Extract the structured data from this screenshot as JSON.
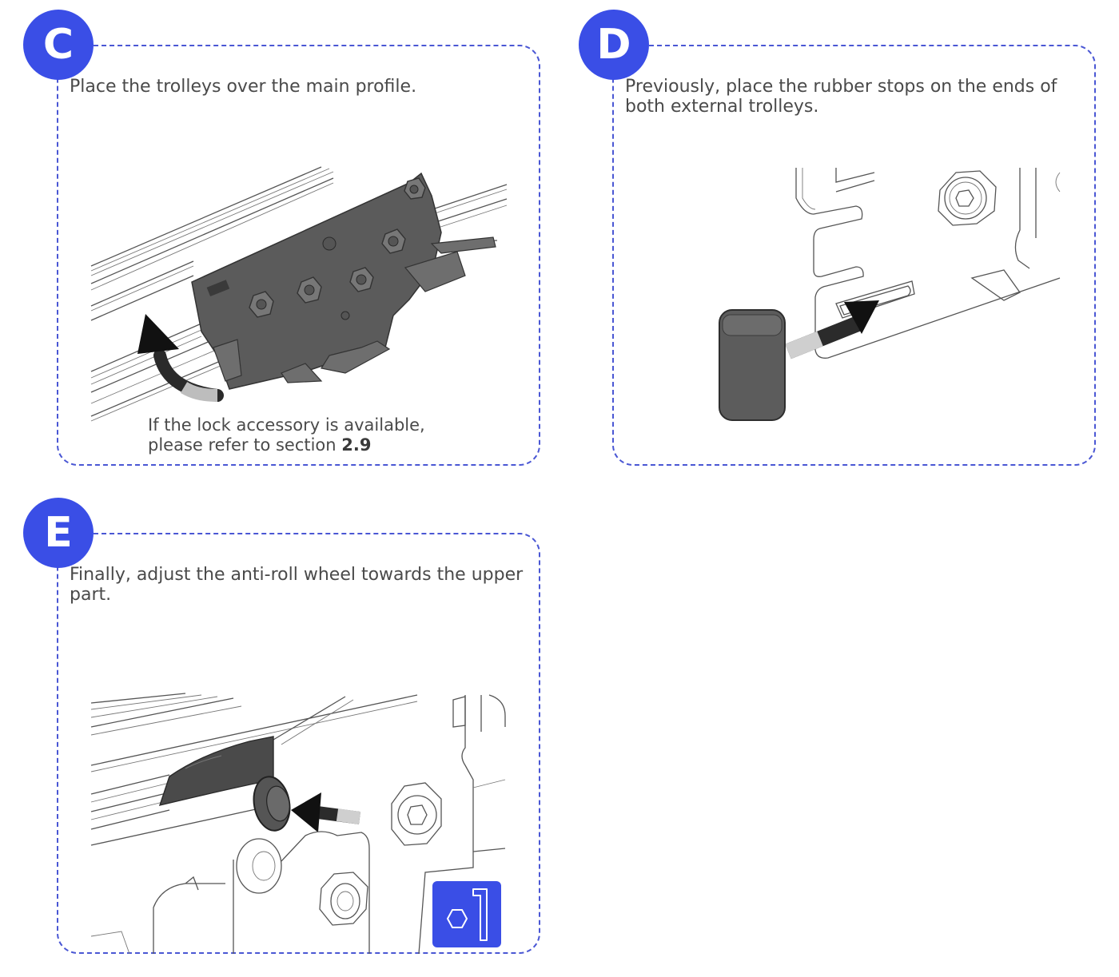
{
  "steps": [
    {
      "letter": "C",
      "instruction_line1": "Place the trolleys over the main profile.",
      "instruction_line2": "",
      "note_line1": "If the lock accessory is available,",
      "note_line2_prefix": "please refer to section ",
      "note_section": "2.9"
    },
    {
      "letter": "D",
      "instruction_line1": "Previously, place the rubber stops on the ends of",
      "instruction_line2": "both external trolleys."
    },
    {
      "letter": "E",
      "instruction_line1": "Finally, adjust the anti-roll wheel towards the upper",
      "instruction_line2": "part."
    }
  ],
  "icons": {
    "hex_key_tool": "allen-key-icon"
  },
  "colors": {
    "accent": "#3a4ee6",
    "dashed_border": "#4a57d4",
    "text": "#4a4a4a"
  }
}
